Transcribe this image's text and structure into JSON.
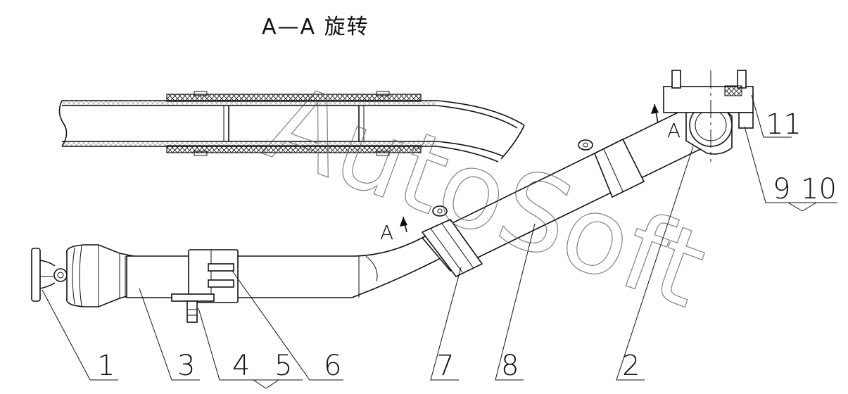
{
  "section_title": "A—A 旋转",
  "section_marks": {
    "left": "A",
    "right": "A"
  },
  "watermark": "AutoSoft",
  "callouts": {
    "c1": "1",
    "c3": "3",
    "c4": "4",
    "c5": "5",
    "c6": "6",
    "c7": "7",
    "c8": "8",
    "c2": "2",
    "c9": "9",
    "c10": "10",
    "c11": "11"
  }
}
